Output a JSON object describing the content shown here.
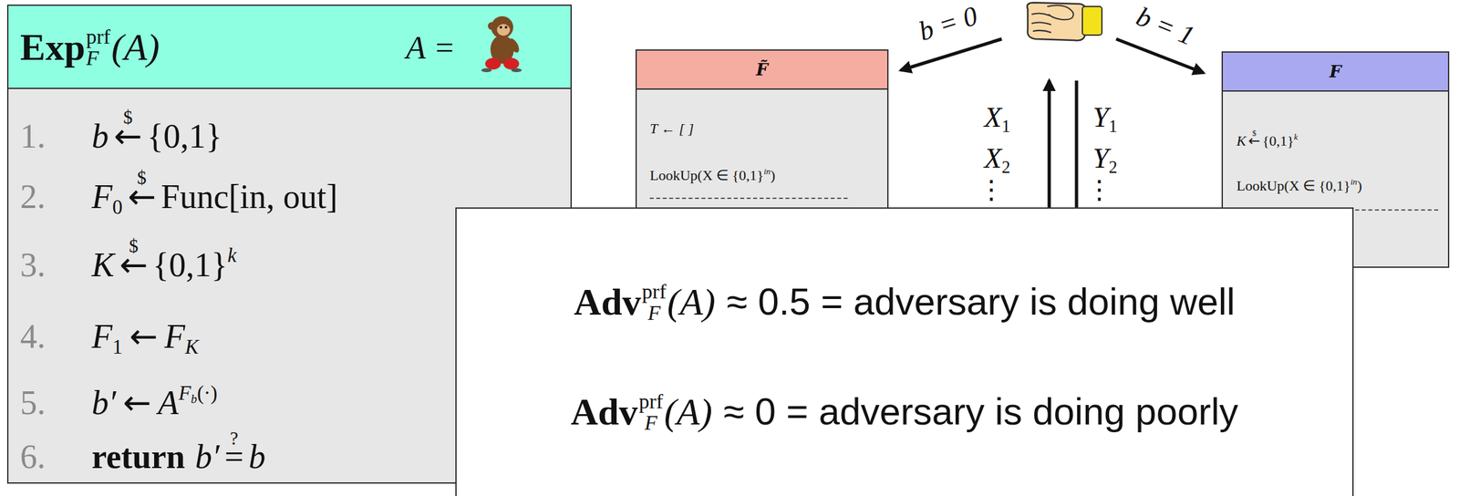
{
  "diagram": {
    "nodes": [
      {
        "text": [
          "Exp",
          "prf",
          "F",
          "(A)",
          "A =",
          "1.",
          "b",
          "$",
          "←",
          "{0,1}",
          "2.",
          "F",
          "0",
          "$",
          "←",
          "Func[in, out]",
          "3.",
          "K",
          "$",
          "←",
          "{0,1}",
          "k",
          "4.",
          "F",
          "1",
          "←",
          "F",
          "K",
          "5.",
          "b′",
          "←",
          "A",
          "F",
          "b",
          "(·)",
          "6.",
          "return",
          "b′",
          "?",
          "=",
          "b"
        ]
      },
      {
        "text": [
          "F̃",
          "T ← [ ]",
          "LookUp(X ∈ {0,1}",
          "in",
          ")"
        ]
      },
      {
        "text": [
          "F",
          "K",
          "$",
          "←",
          "{0,1}",
          "k",
          "LookUp(X ∈ {0,1}",
          "in",
          ")"
        ]
      },
      {
        "text": [
          "Adv",
          "prf",
          "F",
          "(A)",
          "≈ 0.5 = adversary is doing well",
          "Adv",
          "prf",
          "F",
          "(A)",
          "≈ 0 = adversary is doing poorly"
        ]
      }
    ],
    "labels": [
      "b = 0",
      "b = 1",
      "X",
      "1",
      "X",
      "2",
      "⋮",
      "Y",
      "1",
      "Y",
      "2",
      "⋮"
    ]
  }
}
